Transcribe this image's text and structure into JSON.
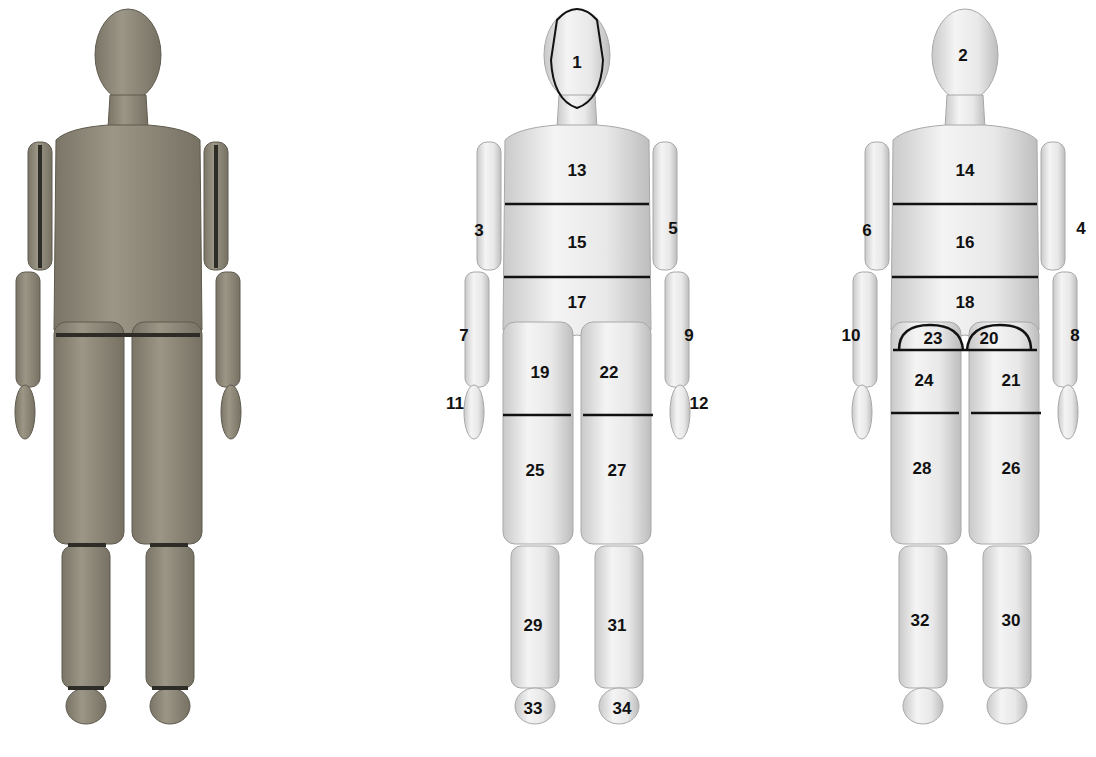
{
  "diagram": {
    "labels": [
      "1",
      "2",
      "3",
      "4",
      "5",
      "6",
      "7",
      "8",
      "9",
      "10",
      "11",
      "12",
      "13",
      "14",
      "15",
      "16",
      "17",
      "18",
      "19",
      "20",
      "21",
      "22",
      "23",
      "24",
      "25",
      "26",
      "27",
      "28",
      "29",
      "30",
      "31",
      "32",
      "33",
      "34"
    ]
  }
}
